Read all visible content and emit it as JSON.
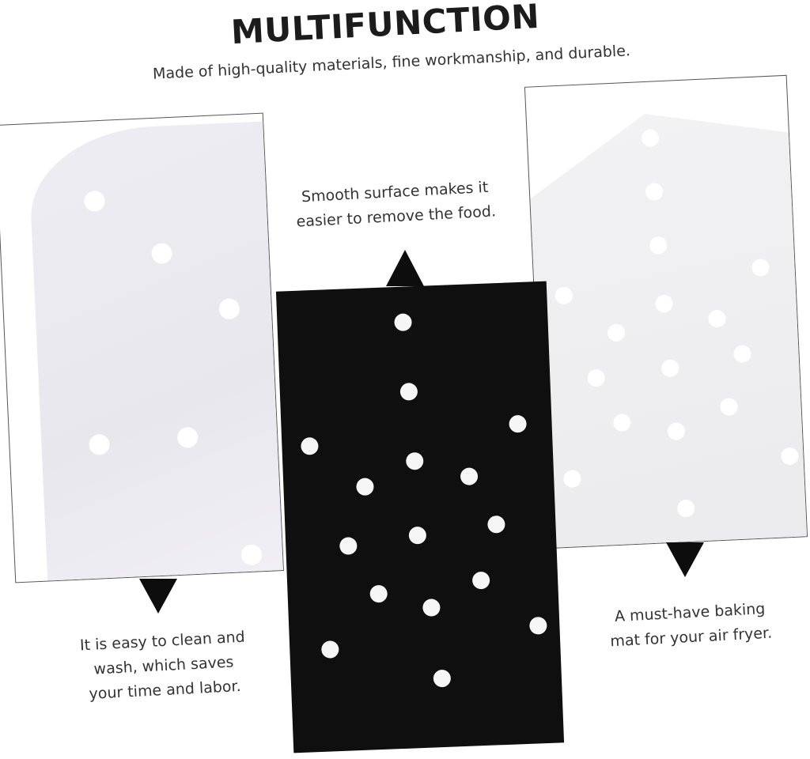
{
  "header": {
    "title": "MULTIFUNCTION",
    "subtitle": "Made of high-quality materials, fine workmanship, and durable."
  },
  "captions": {
    "center": [
      "Smooth surface makes it",
      "easier to remove the food."
    ],
    "left": [
      "It is easy to clean and",
      "wash, which saves",
      "your time and labor."
    ],
    "right": [
      "A must-have baking",
      "mat for your air fryer."
    ]
  },
  "colors": {
    "background": "#ffffff",
    "black_mat": "#0f0f0f",
    "white_mat": "#ececf1",
    "arrow": "#0d0d0d"
  }
}
